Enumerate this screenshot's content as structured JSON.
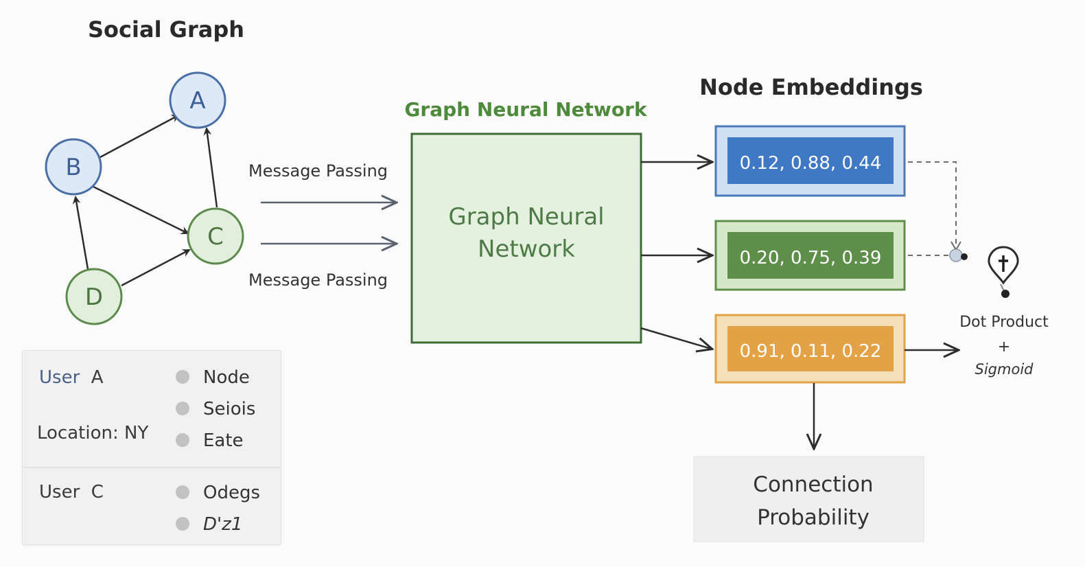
{
  "social_graph": {
    "title": "Social Graph",
    "nodes": [
      {
        "id": "A",
        "label": "A"
      },
      {
        "id": "B",
        "label": "B"
      },
      {
        "id": "C",
        "label": "C"
      },
      {
        "id": "D",
        "label": "D"
      }
    ],
    "edges": [
      {
        "from": "B",
        "to": "A"
      },
      {
        "from": "C",
        "to": "A"
      },
      {
        "from": "B",
        "to": "C"
      },
      {
        "from": "D",
        "to": "B"
      },
      {
        "from": "D",
        "to": "C"
      }
    ]
  },
  "message_passing": {
    "top_label": "Message Passing",
    "bottom_label": "Message Passing"
  },
  "gnn": {
    "title": "Graph Neural Network",
    "box_line1": "Graph Neural",
    "box_line2": "Network"
  },
  "embeddings": {
    "title": "Node Embeddings",
    "rows": [
      {
        "values": "0.12, 0.88, 0.44",
        "color": "#3f78c4"
      },
      {
        "values": "0.20, 0.75, 0.39",
        "color": "#5d8f4a"
      },
      {
        "values": "0.91, 0.11, 0.22",
        "color": "#e3a245"
      }
    ]
  },
  "scoring": {
    "dot_product": "Dot Product",
    "plus": "+",
    "sigmoid": "Sigmoid"
  },
  "connection": {
    "line1": "Connection",
    "line2": "Probability"
  },
  "user_info": {
    "user_a_prefix": "User",
    "user_a_name": "A",
    "location": "Location: NY",
    "user_c_prefix": "User",
    "user_c_name": "C",
    "legend_a": [
      "Node",
      "Seiois",
      "Eate"
    ],
    "legend_c": [
      "Odegs",
      "D'z1"
    ]
  },
  "colors": {
    "blue_node": "#dde9f7",
    "green_node": "#e2efdc",
    "blue_stroke": "#4a6fa5",
    "green_stroke": "#5c8a4c"
  }
}
